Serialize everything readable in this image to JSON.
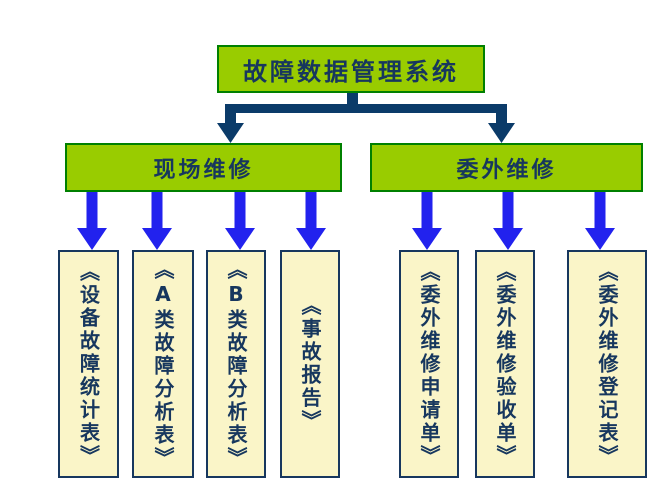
{
  "diagram": {
    "root": {
      "label": "故障数据管理系统"
    },
    "branches": [
      {
        "label": "现场维修"
      },
      {
        "label": "委外维修"
      }
    ],
    "leaves": [
      {
        "label": "《设备故障统计表》"
      },
      {
        "label": "《A类故障分析表》"
      },
      {
        "label": "《B类故障分析表》"
      },
      {
        "label": "《事故报告》"
      },
      {
        "label": "《委外维修申请单》"
      },
      {
        "label": "《委外维修验收单》"
      },
      {
        "label": "《委外维修登记表》"
      }
    ]
  },
  "colors": {
    "node_fill": "#99CC00",
    "node_border": "#008000",
    "connector_navy": "#0B3B69",
    "arrow_blue": "#2222EE",
    "leaf_fill": "#FAF5C8",
    "leaf_border": "#17375E",
    "text": "#17375E",
    "background": "#FFFFFF"
  }
}
